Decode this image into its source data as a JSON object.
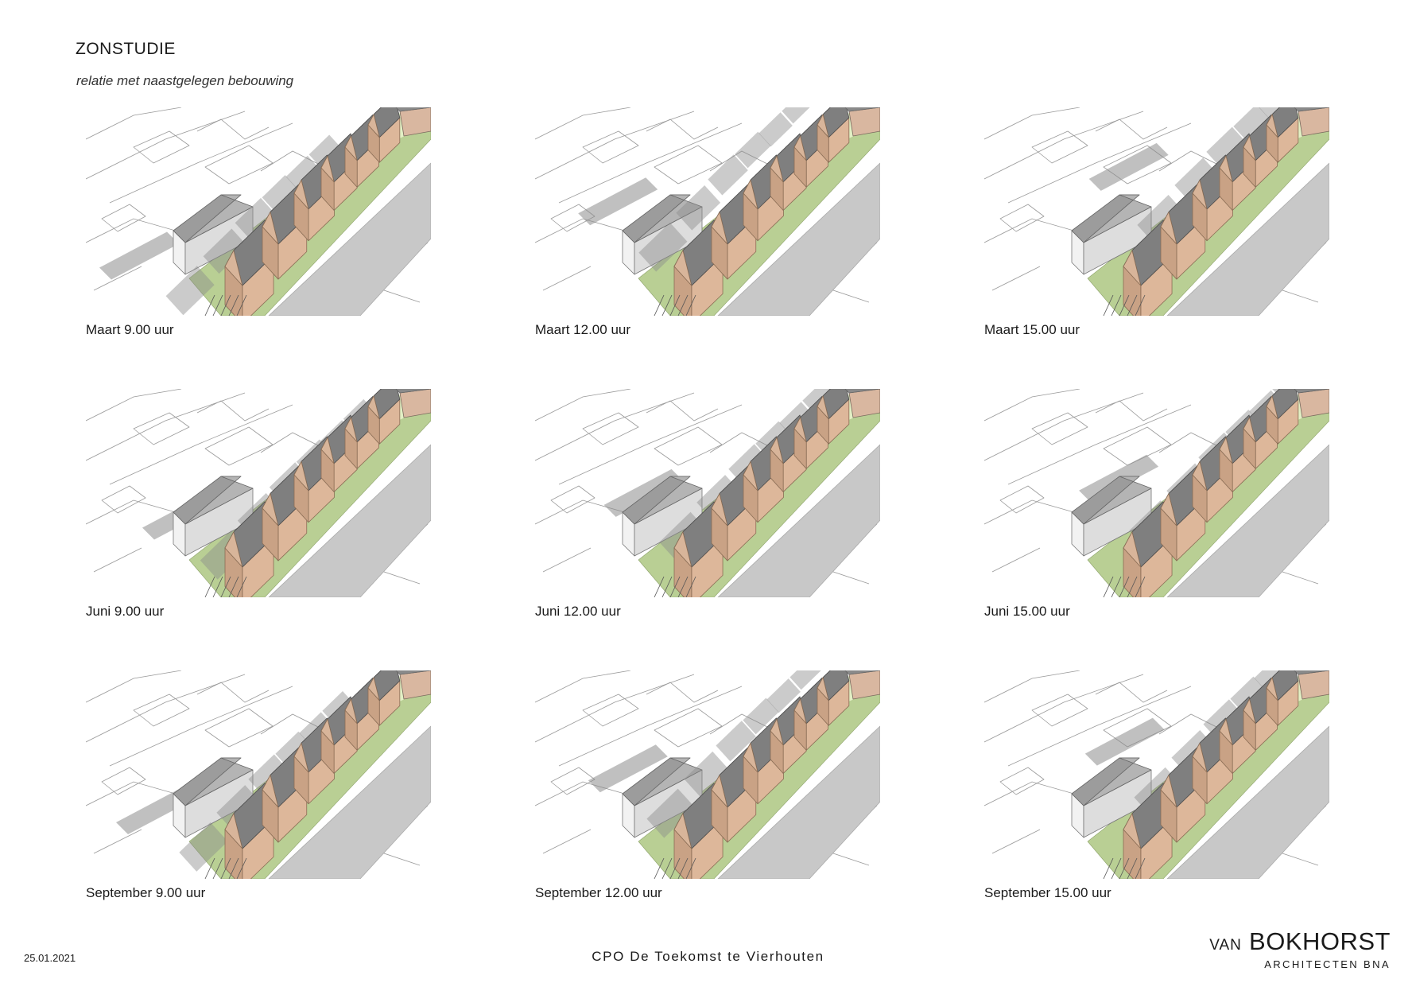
{
  "header": {
    "title": "ZONSTUDIE",
    "subtitle": "relatie met naastgelegen bebouwing"
  },
  "panels": [
    {
      "caption": "Maart 9.00 uur",
      "month": "Maart",
      "hour": 9
    },
    {
      "caption": "Maart 12.00 uur",
      "month": "Maart",
      "hour": 12
    },
    {
      "caption": "Maart 15.00 uur",
      "month": "Maart",
      "hour": 15
    },
    {
      "caption": "Juni 9.00 uur",
      "month": "Juni",
      "hour": 9
    },
    {
      "caption": "Juni 12.00 uur",
      "month": "Juni",
      "hour": 12
    },
    {
      "caption": "Juni 15.00 uur",
      "month": "Juni",
      "hour": 15
    },
    {
      "caption": "September 9.00 uur",
      "month": "September",
      "hour": 9
    },
    {
      "caption": "September 12.00 uur",
      "month": "September",
      "hour": 12
    },
    {
      "caption": "September 15.00 uur",
      "month": "September",
      "hour": 15
    }
  ],
  "footer": {
    "date": "25.01.2021",
    "project": "CPO De Toekomst te Vierhouten",
    "logo_prefix": "VAN",
    "logo_name": "BOKHORST",
    "logo_sub": "ARCHITECTEN BNA"
  },
  "colors": {
    "green_plot": "#b9cf94",
    "green_light": "#e2efc4",
    "wall_tan": "#ddb79a",
    "roof_grey": "#7f7f7f",
    "road_grey": "#c8c8c8",
    "shadow": "#8c8c8c"
  }
}
